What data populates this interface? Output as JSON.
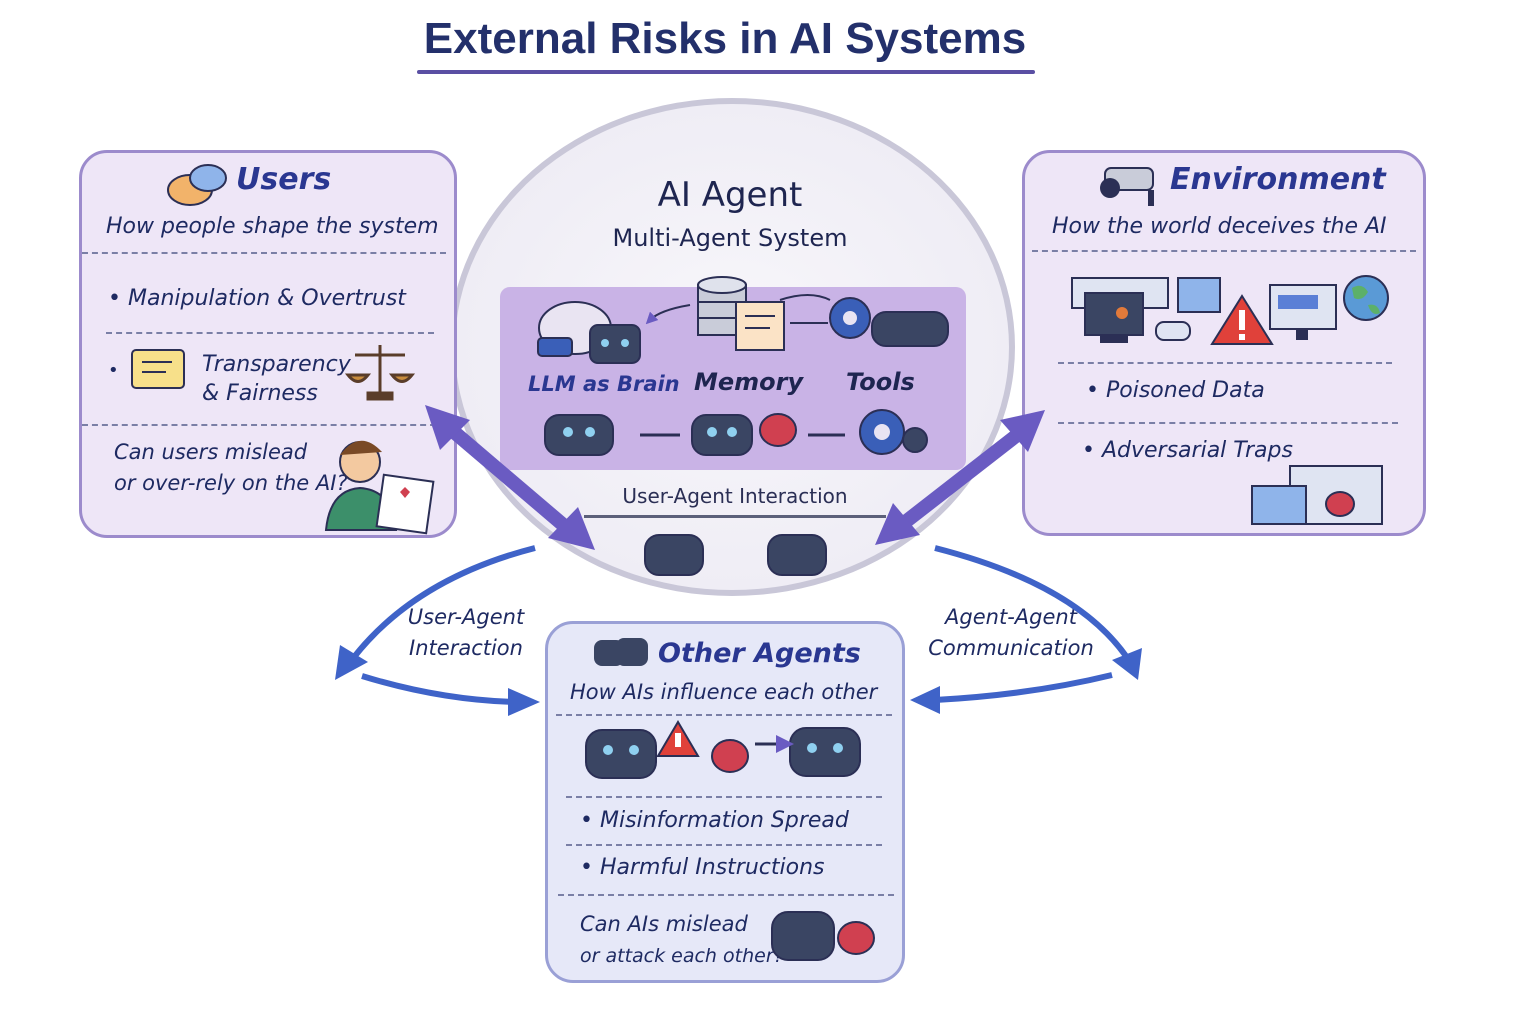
{
  "title": "External Risks in AI Systems",
  "colors": {
    "panel_bg": "#eee6f7",
    "panel_border": "#9c8bcc",
    "arrow_purple": "#6a5bc2",
    "arrow_blue": "#3f63c8",
    "title": "#23306b"
  },
  "hub": {
    "title": "AI Agent",
    "subtitle": "Multi-Agent System",
    "components": [
      "LLM as Brain",
      "Memory",
      "Tools"
    ],
    "interaction": "User-Agent Interaction",
    "icons": [
      "brain-robot-icon",
      "database-icon",
      "document-icon",
      "gear-tools-icon",
      "robot-icon",
      "bug-icon"
    ]
  },
  "users": {
    "title": "Users",
    "subtitle": "How people shape the system",
    "items": [
      "Manipulation & Overtrust",
      "Transparency",
      "& Fairness"
    ],
    "question": [
      "Can users mislead",
      "or over-rely on the AI?"
    ],
    "icons": [
      "chat-bubbles-icon",
      "scales-icon",
      "person-with-document-icon"
    ]
  },
  "environment": {
    "title": "Environment",
    "subtitle": "How the world deceives the AI",
    "items": [
      "Poisoned Data",
      "Adversarial Traps"
    ],
    "icons": [
      "security-camera-icon",
      "monitor-icon",
      "warning-icon",
      "globe-icon"
    ]
  },
  "other_agents": {
    "title": "Other Agents",
    "subtitle": "How AIs influence each other",
    "items": [
      "Misinformation Spread",
      "Harmful Instructions"
    ],
    "question": [
      "Can AIs mislead",
      "or attack each other?"
    ],
    "icons": [
      "robots-icon",
      "warning-icon",
      "bug-icon"
    ]
  },
  "flows": {
    "left": [
      "User-Agent",
      "Interaction"
    ],
    "right": [
      "Agent-Agent",
      "Communication"
    ]
  }
}
